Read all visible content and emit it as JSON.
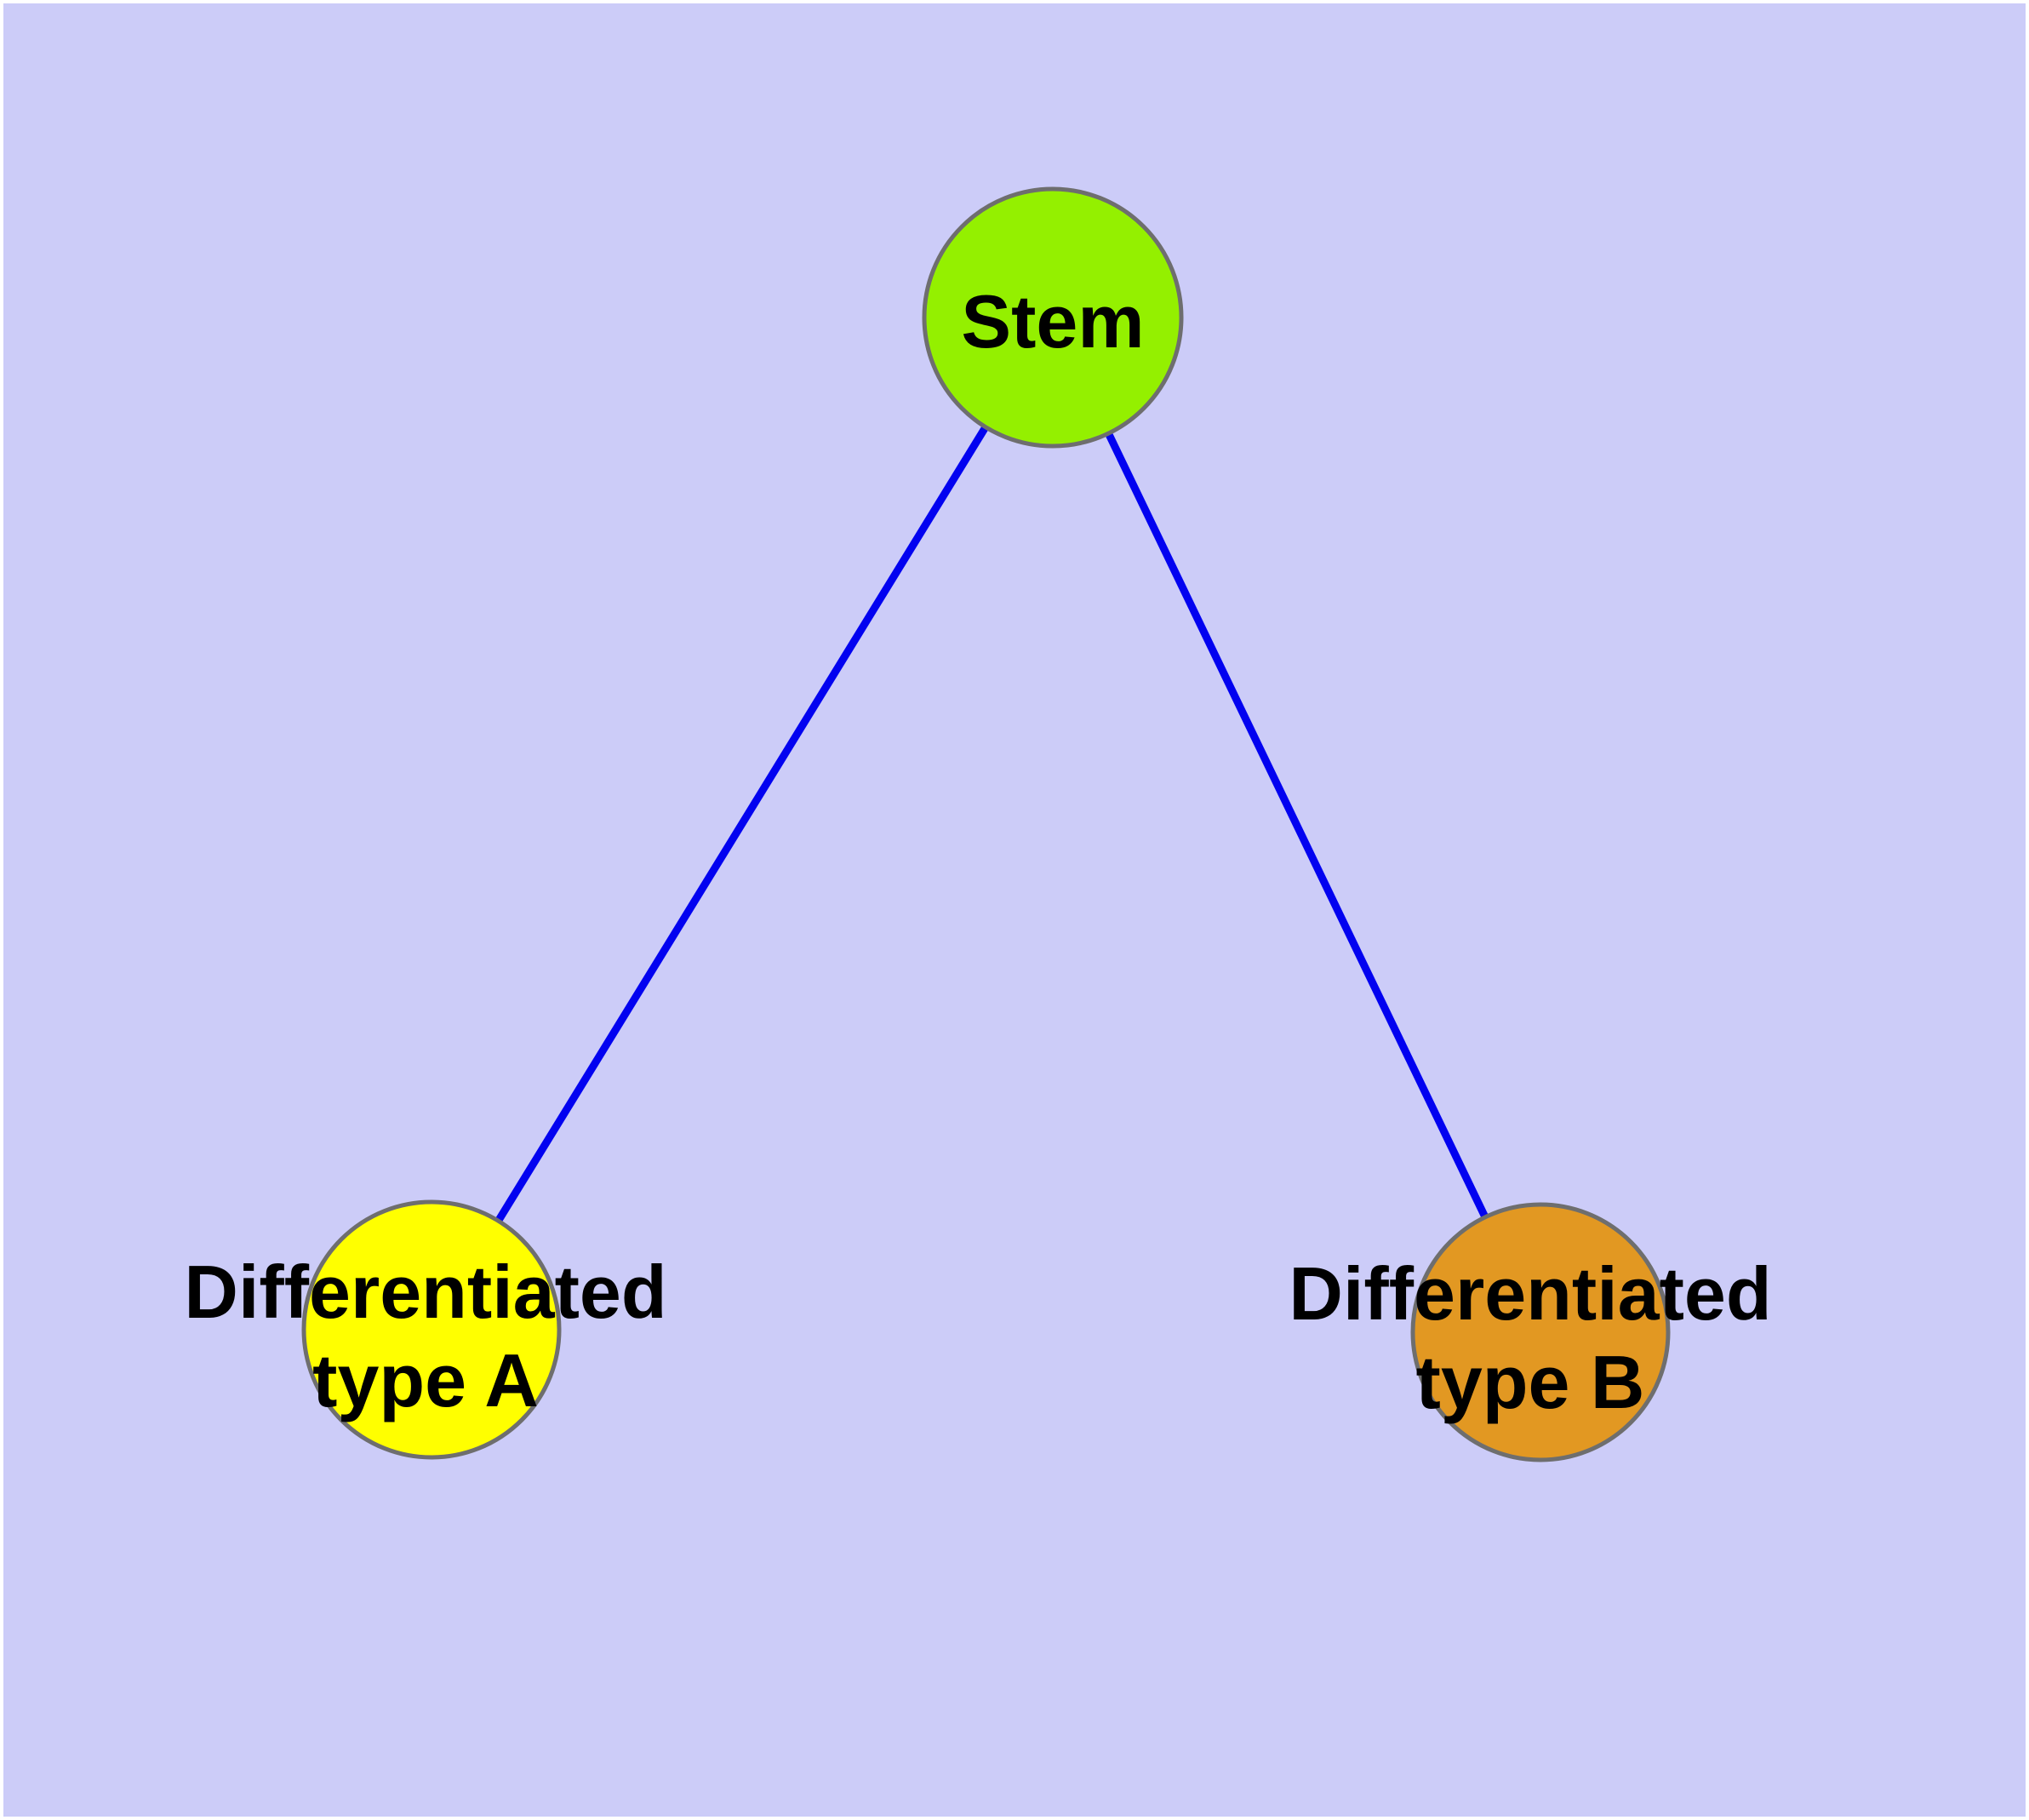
{
  "page": {
    "background": "#ffffff",
    "canvas_background": "#CCCCF8"
  },
  "diagram": {
    "type": "node-link-graph",
    "title": "",
    "text_color": "#000000",
    "edge_color": "#0202F0",
    "node_border_color": "#6E6E6E",
    "nodes": [
      {
        "id": "stem",
        "label": "Stem",
        "fill": "#94F000"
      },
      {
        "id": "type-a",
        "label": "Differentiated type A",
        "label_line1": "Differentiated",
        "label_line2": "type A",
        "fill": "#FFFF00"
      },
      {
        "id": "type-b",
        "label": "Differentiated type B",
        "label_line1": "Differentiated",
        "label_line2": "type B",
        "fill": "#E29822"
      }
    ],
    "edges": [
      {
        "from": "stem",
        "to": "type-a"
      },
      {
        "from": "stem",
        "to": "type-b"
      }
    ]
  }
}
